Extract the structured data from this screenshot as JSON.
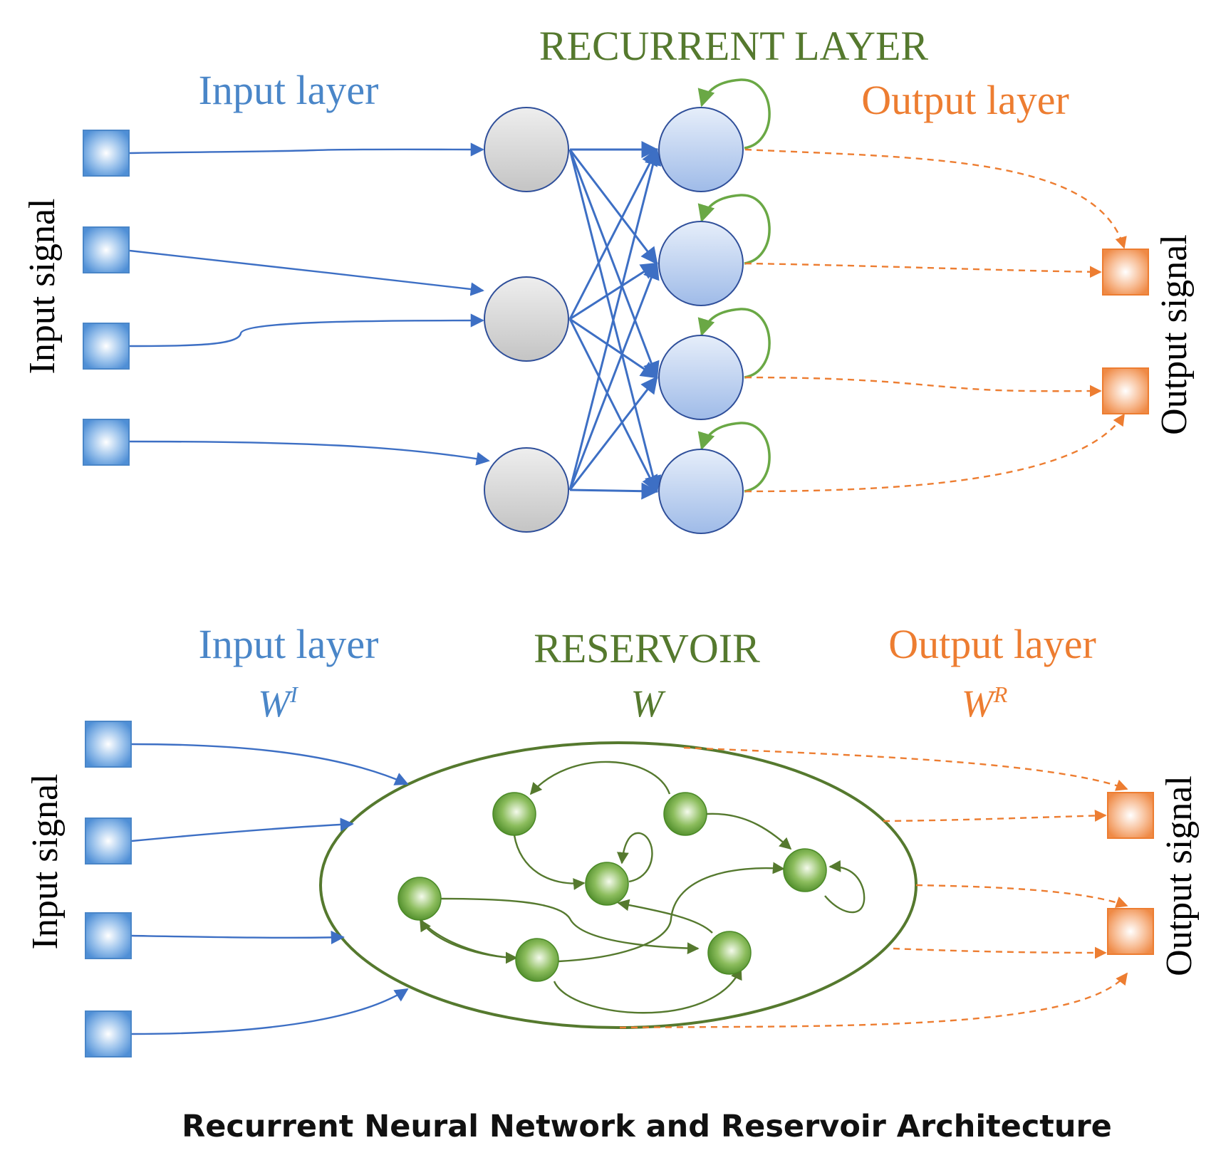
{
  "colors": {
    "blue": "#4a86c8",
    "blue_line": "#3d6fc4",
    "green": "#55792e",
    "green_light": "#6aa845",
    "orange": "#ed7d31",
    "gray_node": "#d0d0d0",
    "node_stroke": "#2f4f9a"
  },
  "rnn": {
    "title": "RECURRENT LAYER",
    "input_label": "Input layer",
    "output_label": "Output layer",
    "input_signal": "Input signal",
    "output_signal": "Output signal"
  },
  "reservoir": {
    "title": "RESERVOIR",
    "title_symbol": "W",
    "input_label": "Input layer",
    "input_symbol": "W",
    "input_sup": "I",
    "output_label": "Output layer",
    "output_symbol": "W",
    "output_sup": "R",
    "input_signal": "Input signal",
    "output_signal": "Output signal"
  },
  "caption": "Recurrent Neural Network and Reservoir Architecture"
}
